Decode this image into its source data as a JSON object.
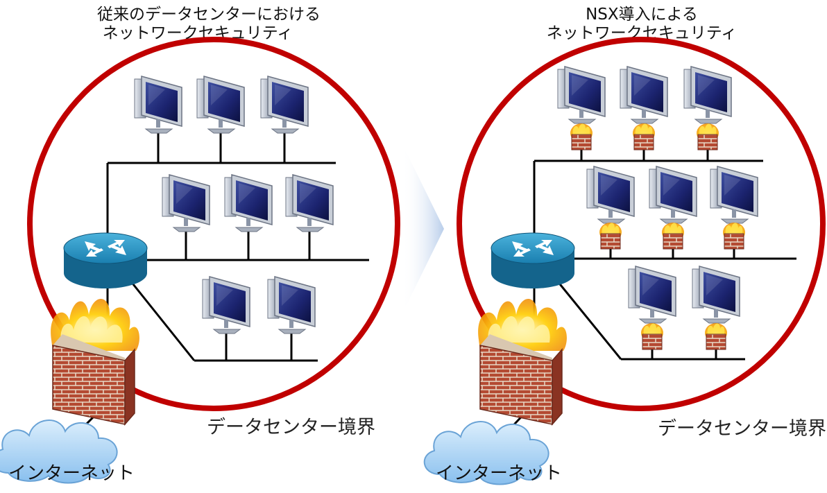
{
  "left": {
    "title_line1": "従来のデータセンターにおける",
    "title_line2": "ネットワークセキュリティ",
    "boundary_label": "データセンター境界",
    "internet_label": "インターネット"
  },
  "right": {
    "title_line1": "NSX導入による",
    "title_line2": "ネットワークセキュリティ",
    "boundary_label": "データセンター境界",
    "internet_label": "インターネット"
  },
  "colors": {
    "boundary_circle": "#c00000",
    "router": "#1a7fb0",
    "arrow": "#b8cdea",
    "cloud": "#a8cff2",
    "brick": "#b44a32",
    "flame": "#ffd21a"
  }
}
